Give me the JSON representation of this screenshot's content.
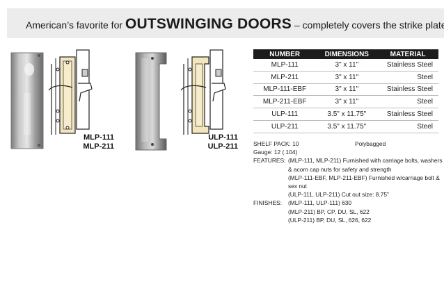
{
  "banner": {
    "prefix": "American’s favorite for ",
    "emphasis": "OUTSWINGING DOORS",
    "suffix": " – completely covers the strike plate"
  },
  "products": [
    {
      "label_line1": "MLP-111",
      "label_line2": "MLP-211"
    },
    {
      "label_line1": "ULP-111",
      "label_line2": "ULP-211"
    }
  ],
  "table": {
    "headers": [
      "NUMBER",
      "DIMENSIONS",
      "MATERIAL"
    ],
    "rows": [
      [
        "MLP-111",
        "3\" x 11\"",
        "Stainless Steel"
      ],
      [
        "MLP-211",
        "3\" x 11\"",
        "Steel"
      ],
      [
        "MLP-111-EBF",
        "3\" x 11\"",
        "Stainless Steel"
      ],
      [
        "MLP-211-EBF",
        "3\" x 11\"",
        "Steel"
      ],
      [
        "ULP-111",
        "3.5\" x 11.75\"",
        "Stainless Steel"
      ],
      [
        "ULP-211",
        "3.5\" x 11.75\"",
        "Steel"
      ]
    ]
  },
  "notes": {
    "shelf_pack": "SHELF PACK: 10",
    "packaging": "Polybagged",
    "gauge": "Gauge: 12 (.104)",
    "features_label": "FEATURES:",
    "features": [
      "(MLP-111, MLP-211) Furnished with carriage bolts, washers & acorn cap nuts for safety and strength",
      "(MLP-111-EBF, MLP-211-EBF) Furnished w/carriage bolt & sex nut",
      "(ULP-111, ULP-211) Cut out size: 8.75”"
    ],
    "finishes_label": "FINISHES:",
    "finishes": [
      "(MLP-111, ULP-111) 630",
      "(MLP-211) BP, CP, DU, SL, 622",
      "(ULP-211) BP, DU, SL, 626, 622"
    ]
  }
}
